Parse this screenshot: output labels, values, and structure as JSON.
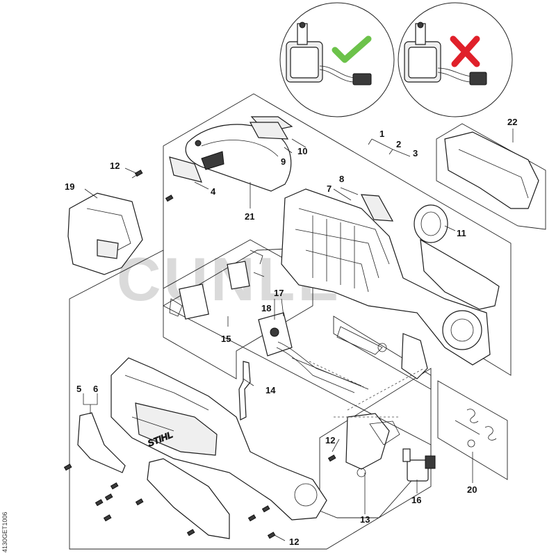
{
  "brand": {
    "logo_text": "STIHL"
  },
  "watermark": {
    "text": "CUNLES"
  },
  "drawing_code": "4130GET1006",
  "callouts": {
    "c1": "1",
    "c2": "2",
    "c3": "3",
    "c4": "4",
    "c5": "5",
    "c6": "6",
    "c7": "7",
    "c8": "8",
    "c9": "9",
    "c10": "10",
    "c11": "11",
    "c12a": "12",
    "c12b": "12",
    "c12c": "12",
    "c13": "13",
    "c14": "14",
    "c15": "15",
    "c16": "16",
    "c17": "17",
    "c18": "18",
    "c19": "19",
    "c20": "20",
    "c21": "21",
    "c22": "22"
  },
  "indicators": {
    "correct": {
      "icon": "checkmark-icon",
      "color": "#6cc24a"
    },
    "incorrect": {
      "icon": "cross-icon",
      "color": "#e0202a"
    }
  }
}
